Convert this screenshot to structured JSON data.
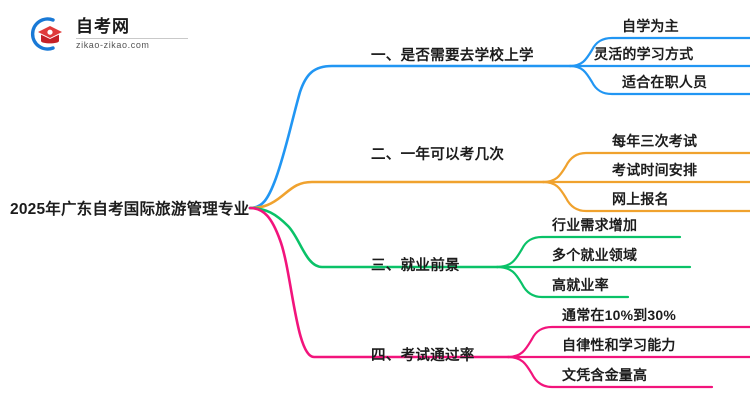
{
  "logo": {
    "brand_name": "自考网",
    "url": "zikao-zikao.com",
    "mark_icon": "graduation-cap-icon",
    "arc_color": "#1979d6",
    "cap_color": "#d92b2b"
  },
  "mindmap": {
    "central_topic": "2025年广东自考国际旅游管理专业",
    "branches": [
      {
        "label": "一、是否需要去学校上学",
        "color": "#2196f3",
        "leaves": [
          "自学为主",
          "灵活的学习方式",
          "适合在职人员"
        ]
      },
      {
        "label": "二、一年可以考几次",
        "color": "#f0a22e",
        "leaves": [
          "每年三次考试",
          "考试时间安排",
          "网上报名"
        ]
      },
      {
        "label": "三、就业前景",
        "color": "#0ac268",
        "leaves": [
          "行业需求增加",
          "多个就业领域",
          "高就业率"
        ]
      },
      {
        "label": "四、考试通过率",
        "color": "#f2147c",
        "leaves": [
          "通常在10%到30%",
          "自律性和学习能力",
          "文凭含金量高"
        ]
      }
    ]
  }
}
